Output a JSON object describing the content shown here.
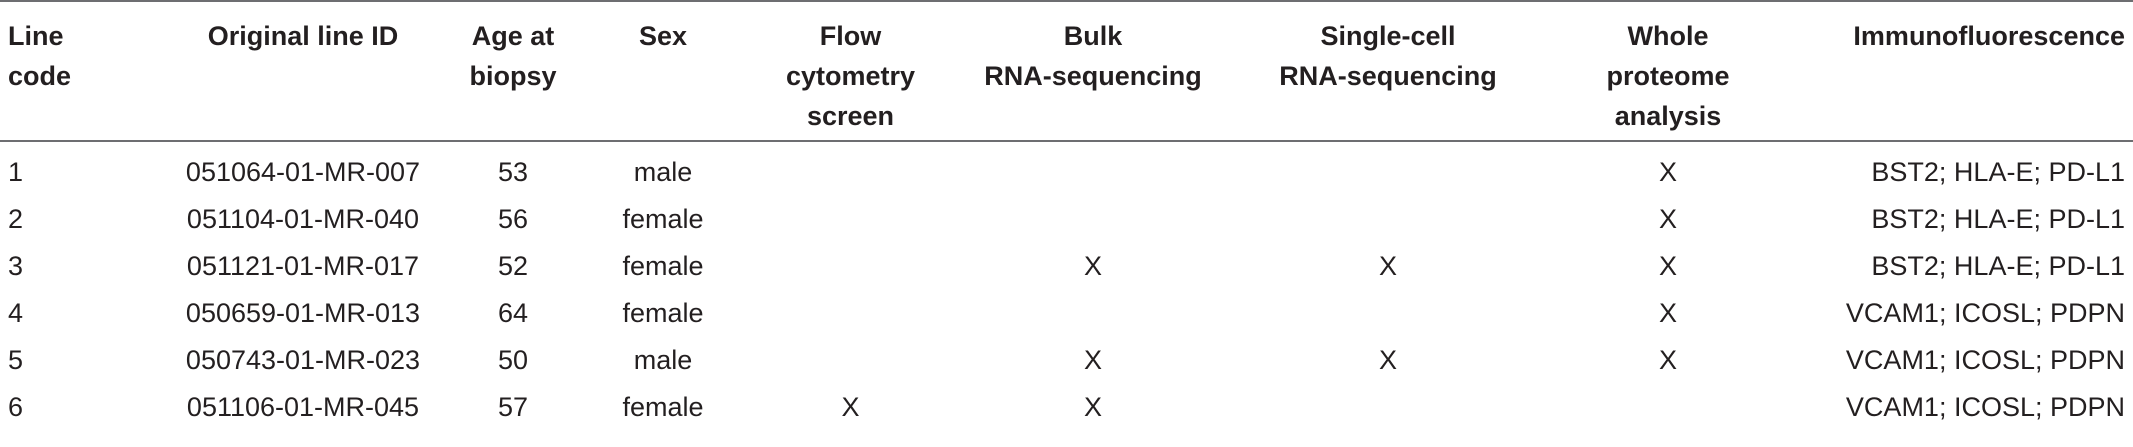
{
  "table": {
    "headers": {
      "line_code": [
        "Line",
        "code"
      ],
      "original_line_id": [
        "Original line ID"
      ],
      "age_at_biopsy": [
        "Age at",
        "biopsy"
      ],
      "sex": [
        "Sex"
      ],
      "flow_cytometry": [
        "Flow",
        "cytometry",
        "screen"
      ],
      "bulk_rna": [
        "Bulk",
        "RNA-sequencing"
      ],
      "single_cell_rna": [
        "Single-cell",
        "RNA-sequencing"
      ],
      "whole_proteome": [
        "Whole",
        "proteome",
        "analysis"
      ],
      "immunofluorescence": [
        "Immunofluorescence"
      ]
    },
    "rows": [
      [
        "1",
        "051064-01-MR-007",
        "53",
        "male",
        "",
        "",
        "",
        "X",
        "BST2; HLA-E; PD-L1"
      ],
      [
        "2",
        "051104-01-MR-040",
        "56",
        "female",
        "",
        "",
        "",
        "X",
        "BST2; HLA-E; PD-L1"
      ],
      [
        "3",
        "051121-01-MR-017",
        "52",
        "female",
        "",
        "X",
        "X",
        "X",
        "BST2; HLA-E; PD-L1"
      ],
      [
        "4",
        "050659-01-MR-013",
        "64",
        "female",
        "",
        "",
        "",
        "X",
        "VCAM1; ICOSL; PDPN"
      ],
      [
        "5",
        "050743-01-MR-023",
        "50",
        "male",
        "",
        "X",
        "X",
        "X",
        "VCAM1; ICOSL; PDPN"
      ],
      [
        "6",
        "051106-01-MR-045",
        "57",
        "female",
        "X",
        "X",
        "",
        "",
        "VCAM1; ICOSL; PDPN"
      ]
    ]
  }
}
